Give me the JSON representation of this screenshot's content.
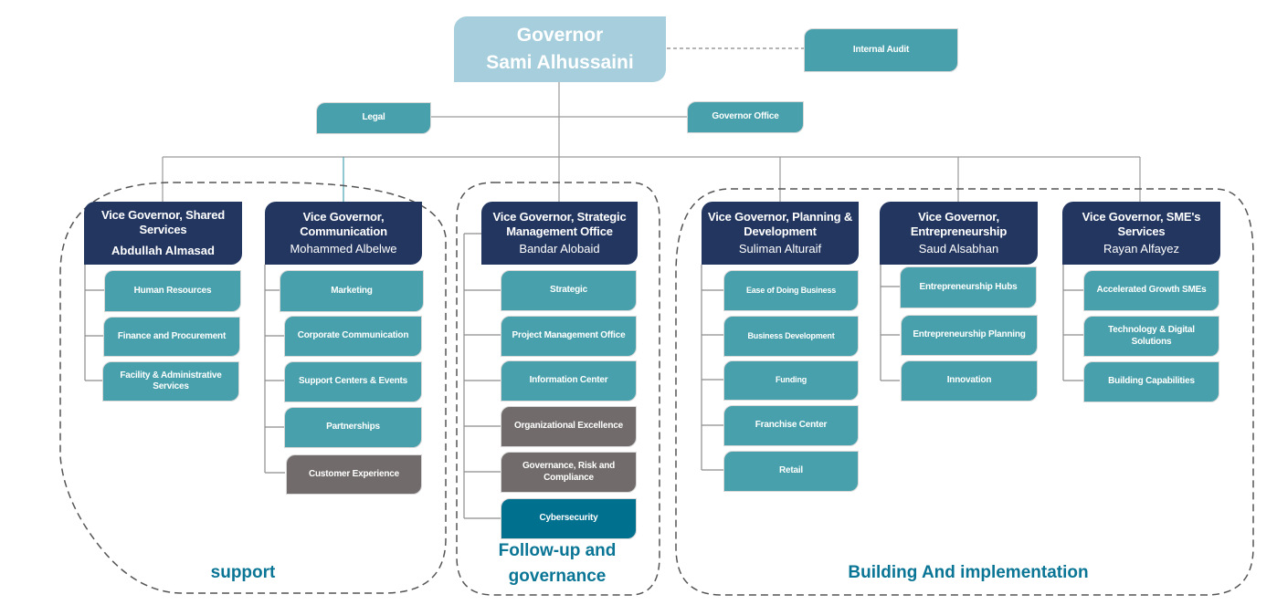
{
  "governor": {
    "title": "Governor",
    "name": "Sami Alhussaini"
  },
  "direct_units": {
    "internal_audit": "Internal Audit",
    "legal": "Legal",
    "governor_office": "Governor Office"
  },
  "vice_governors": [
    {
      "title": "Vice Governor, Shared Services",
      "name": "Abdullah Almasad",
      "units": [
        "Human Resources",
        "Finance and Procurement",
        "Facility & Administrative Services"
      ]
    },
    {
      "title": "Vice Governor, Communication",
      "name": "Mohammed Albelwe",
      "units": [
        "Marketing",
        "Corporate Communication",
        "Support Centers & Events",
        "Partnerships",
        "Customer Experience"
      ]
    },
    {
      "title": "Vice Governor, Strategic Management Office",
      "name": "Bandar Alobaid",
      "units": [
        "Strategic",
        "Project Management Office",
        "Information Center",
        "Organizational Excellence",
        "Governance, Risk and Compliance",
        "Cybersecurity"
      ]
    },
    {
      "title": "Vice Governor, Planning & Development",
      "name": "Suliman Alturaif",
      "units": [
        "Ease of Doing Business",
        "Business Development",
        "Funding",
        "Franchise Center",
        "Retail"
      ]
    },
    {
      "title": "Vice Governor, Entrepreneurship",
      "name": "Saud Alsabhan",
      "units": [
        "Entrepreneurship Hubs",
        "Entrepreneurship Planning",
        "Innovation"
      ]
    },
    {
      "title": "Vice Governor, SME's Services",
      "name": "Rayan Alfayez",
      "units": [
        "Accelerated Growth SMEs",
        "Technology & Digital Solutions",
        "Building Capabilities"
      ]
    }
  ],
  "groups": {
    "support": "support",
    "follow_up": "Follow-up and governance",
    "building": "Building And implementation"
  },
  "colors": {
    "governor": "#a6cedc",
    "vice_governor": "#223660",
    "unit": "#47a0ab",
    "unit_gray": "#716c6b",
    "unit_highlight": "#00708f",
    "group_label": "#0a7595"
  }
}
